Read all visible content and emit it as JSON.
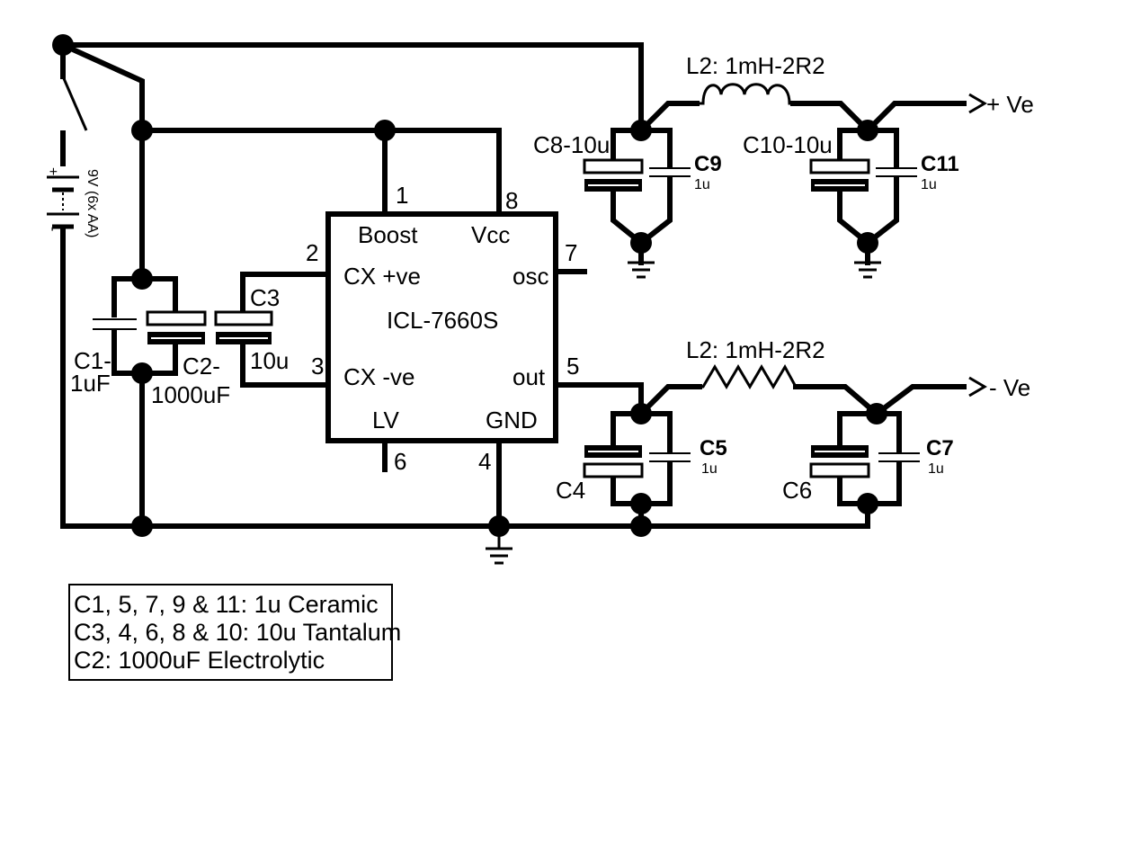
{
  "ic": {
    "name": "ICL-7660S",
    "pins": {
      "boost": "Boost",
      "vcc": "Vcc",
      "cx_pos": "CX +ve",
      "osc": "osc",
      "cx_neg": "CX -ve",
      "out": "out",
      "lv": "LV",
      "gnd": "GND"
    },
    "pin_numbers": {
      "p1": "1",
      "p2": "2",
      "p3": "3",
      "p4": "4",
      "p5": "5",
      "p6": "6",
      "p7": "7",
      "p8": "8"
    }
  },
  "battery": {
    "label": "9V (6x AA)",
    "plus": "+",
    "minus": "-"
  },
  "capacitors": {
    "c1": "C1-",
    "c1_val": "1uF",
    "c2": "C2-",
    "c2_val": "1000uF",
    "c3": "C3",
    "c3_val": "10u",
    "c4": "C4",
    "c5": "C5",
    "c5_val": "1u",
    "c6": "C6",
    "c7": "C7",
    "c7_val": "1u",
    "c8": "C8-10u",
    "c9": "C9",
    "c9_val": "1u",
    "c10": "C10-10u",
    "c11": "C11",
    "c11_val": "1u"
  },
  "inductors": {
    "top": "L2: 1mH-2R2",
    "bottom": "L2: 1mH-2R2"
  },
  "outputs": {
    "pos": "+ Ve",
    "neg": "- Ve"
  },
  "notes": [
    "C1, 5, 7, 9 & 11: 1u Ceramic",
    "C3, 4, 6, 8 & 10: 10u Tantalum",
    "C2: 1000uF Electrolytic"
  ]
}
